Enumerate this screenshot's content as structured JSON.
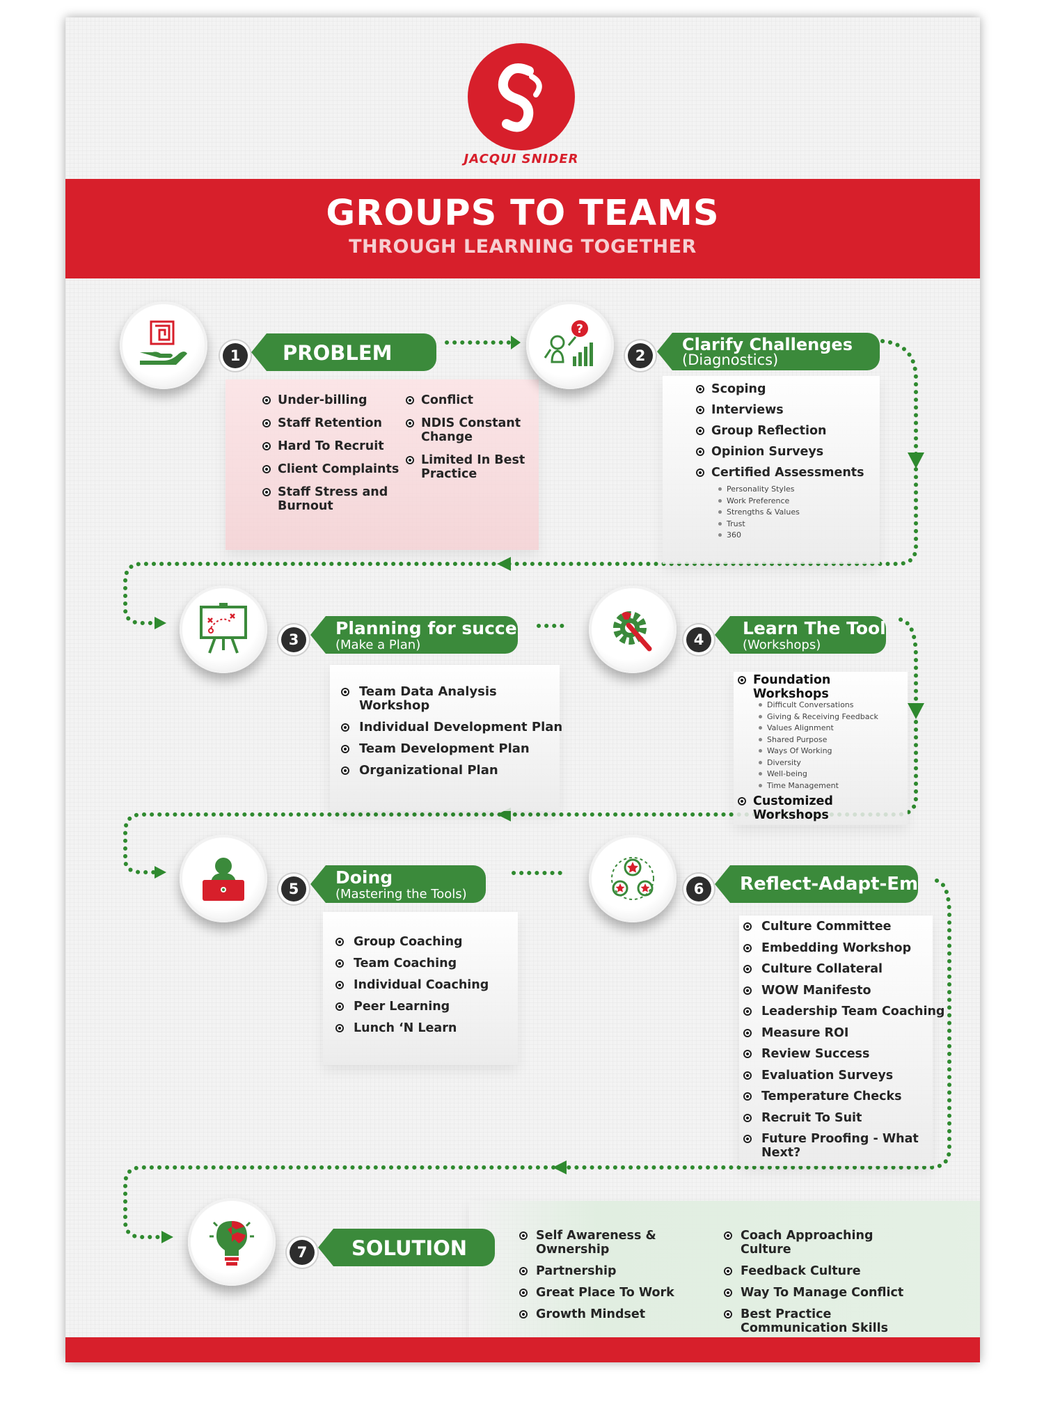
{
  "brand": {
    "logo_text": "JACQUI SNIDER"
  },
  "header": {
    "title": "GROUPS TO TEAMS",
    "subtitle": "THROUGH LEARNING TOGETHER"
  },
  "colors": {
    "red": "#d71f2b",
    "green": "#3b8a3b",
    "dark": "#2d2d2d"
  },
  "steps": [
    {
      "number": "1",
      "title": "PROBLEM",
      "subtitle": "",
      "icon": "maze-hand-icon",
      "items_left": [
        "Under-billing",
        "Staff Retention",
        "Hard To Recruit",
        "Client Complaints",
        "Staff Stress and Burnout"
      ],
      "items_right": [
        "Conflict",
        "NDIS Constant Change",
        "Limited In Best Practice"
      ]
    },
    {
      "number": "2",
      "title": "Clarify Challenges",
      "subtitle": "(Diagnostics)",
      "icon": "idea-chart-question-icon",
      "items": [
        "Scoping",
        "Interviews",
        "Group Reflection",
        "Opinion Surveys",
        "Certified Assessments"
      ],
      "subitems": [
        "Personality Styles",
        "Work Preference",
        "Strengths & Values",
        "Trust",
        "360"
      ]
    },
    {
      "number": "3",
      "title": "Planning for success",
      "subtitle": "(Make a Plan)",
      "icon": "strategy-board-icon",
      "items": [
        "Team Data Analysis Workshop",
        "Individual Development Plan",
        "Team Development Plan",
        "Organizational Plan"
      ]
    },
    {
      "number": "4",
      "title": "Learn The Tools",
      "subtitle": "(Workshops)",
      "icon": "gear-wrench-icon",
      "items": [
        "Foundation Workshops",
        "Customized Workshops"
      ],
      "subitems": [
        "Difficult Conversations",
        "Giving & Receiving Feedback",
        "Values Alignment",
        "Shared Purpose",
        "Ways Of Working",
        "Diversity",
        "Well-being",
        "Time Management"
      ]
    },
    {
      "number": "5",
      "title": "Doing",
      "subtitle": "(Mastering the Tools)",
      "icon": "person-laptop-icon",
      "items": [
        "Group Coaching",
        "Team Coaching",
        "Individual Coaching",
        "Peer Learning",
        "Lunch ‘N Learn"
      ]
    },
    {
      "number": "6",
      "title": "Reflect-Adapt-Embed",
      "subtitle": "",
      "icon": "star-cycle-icon",
      "items": [
        "Culture Committee",
        "Embedding Workshop",
        "Culture Collateral",
        "WOW Manifesto",
        "Leadership Team Coaching",
        "Measure ROI",
        "Review Success",
        "Evaluation Surveys",
        "Temperature Checks",
        "Recruit To Suit",
        "Future Proofing - What Next?"
      ]
    },
    {
      "number": "7",
      "title": "SOLUTION",
      "subtitle": "",
      "icon": "lightbulb-puzzle-icon",
      "items_left": [
        "Self Awareness & Ownership",
        "Partnership",
        "Great Place To Work",
        "Growth Mindset"
      ],
      "items_right": [
        "Coach Approaching Culture",
        "Feedback Culture",
        "Way To Manage Conflict",
        "Best Practice Communication Skills"
      ]
    }
  ]
}
